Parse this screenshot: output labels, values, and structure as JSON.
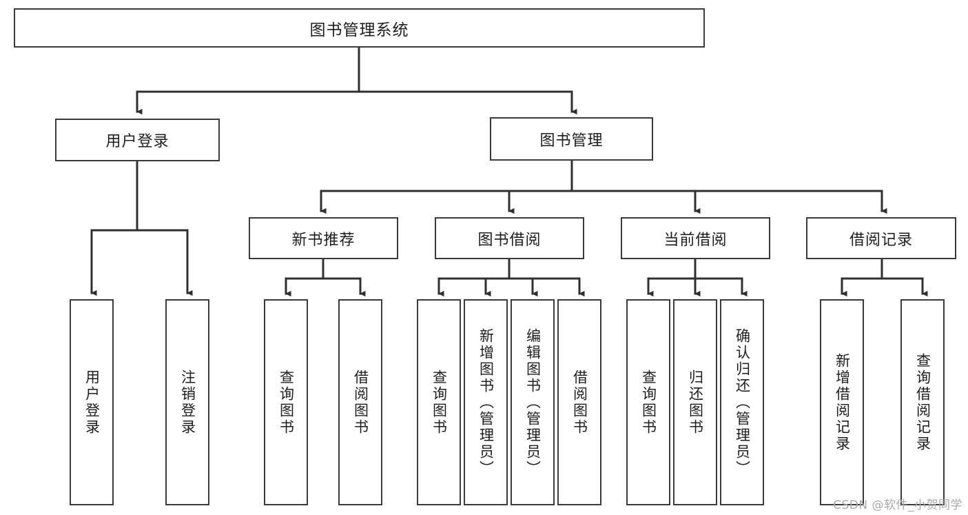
{
  "diagram": {
    "title": "图书管理系统",
    "watermark": "CSDN @软件_小贺同学",
    "colors": {
      "box_border": "#3a3a3a",
      "box_fill": "#ffffff",
      "edge": "#2f2f2f",
      "text": "#1d1d1d",
      "watermark": "#a8a8a8",
      "background": "#ffffff"
    },
    "root": {
      "label": "图书管理系统"
    },
    "level1": [
      {
        "id": "user-login",
        "label": "用户登录"
      },
      {
        "id": "book-manage",
        "label": "图书管理"
      }
    ],
    "level2": [
      {
        "id": "new-book-recommend",
        "label": "新书推荐",
        "parent": "book-manage"
      },
      {
        "id": "book-borrow",
        "label": "图书借阅",
        "parent": "book-manage"
      },
      {
        "id": "current-borrow",
        "label": "当前借阅",
        "parent": "book-manage"
      },
      {
        "id": "borrow-record",
        "label": "借阅记录",
        "parent": "book-manage"
      }
    ],
    "leaves": [
      {
        "id": "leaf-user-login",
        "label": "用户登录",
        "parent": "user-login"
      },
      {
        "id": "leaf-user-logout",
        "label": "注销登录",
        "parent": "user-login"
      },
      {
        "id": "leaf-query-book-1",
        "label": "查询图书",
        "parent": "new-book-recommend"
      },
      {
        "id": "leaf-borrow-book-1",
        "label": "借阅图书",
        "parent": "new-book-recommend"
      },
      {
        "id": "leaf-query-book-2",
        "label": "查询图书",
        "parent": "book-borrow"
      },
      {
        "id": "leaf-add-book",
        "label": "新增图书（管理员）",
        "parent": "book-borrow"
      },
      {
        "id": "leaf-edit-book",
        "label": "编辑图书（管理员）",
        "parent": "book-borrow"
      },
      {
        "id": "leaf-borrow-book-2",
        "label": "借阅图书",
        "parent": "book-borrow"
      },
      {
        "id": "leaf-query-book-3",
        "label": "查询图书",
        "parent": "current-borrow"
      },
      {
        "id": "leaf-return-book",
        "label": "归还图书",
        "parent": "current-borrow"
      },
      {
        "id": "leaf-confirm-return",
        "label": "确认归还（管理员）",
        "parent": "current-borrow"
      },
      {
        "id": "leaf-add-record",
        "label": "新增借阅记录",
        "parent": "borrow-record"
      },
      {
        "id": "leaf-query-record",
        "label": "查询借阅记录",
        "parent": "borrow-record"
      }
    ]
  }
}
